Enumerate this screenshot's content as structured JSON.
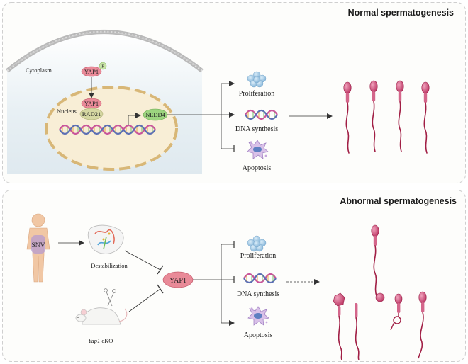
{
  "panels": {
    "normal": {
      "title": "Normal spermatogenesis",
      "cytoplasm": "Cytoplasm",
      "nucleus": "Nucleus",
      "yap1_p": "YAP1",
      "phospho": "P",
      "yap1_nuc": "YAP1",
      "rad21": "RAD21",
      "nedd4": "NEDD4",
      "proliferation": "Proliferation",
      "dna_synthesis": "DNA synthesis",
      "apoptosis": "Apoptosis"
    },
    "abnormal": {
      "title": "Abnormal spermatogenesis",
      "snv": "SNV",
      "destabilization": "Destabilization",
      "ko_gene": "Yap1",
      "ko_suffix": " cKO",
      "yap1": "YAP1",
      "proliferation": "Proliferation",
      "dna_synthesis": "DNA synthesis",
      "apoptosis": "Apoptosis"
    }
  },
  "colors": {
    "cell_fill": "#e5eef3",
    "nucleus_fill": "#f8eed6",
    "nucleus_border": "#d8b777",
    "yap_fill": "#e98a98",
    "rad_fill": "#d5d7a2",
    "nedd_fill": "#9cd47f",
    "sperm_head": "#c93b68",
    "sperm_tail": "#a11f45",
    "dash_border": "#cfcfcf"
  },
  "icons": {
    "proliferation": "cell-cluster-icon",
    "dna": "dna-helix-icon",
    "apoptosis": "apoptotic-cell-icon",
    "human": "human-body-icon",
    "mouse": "mouse-icon",
    "protein": "protein-structure-icon",
    "sperm": "sperm-icon"
  }
}
